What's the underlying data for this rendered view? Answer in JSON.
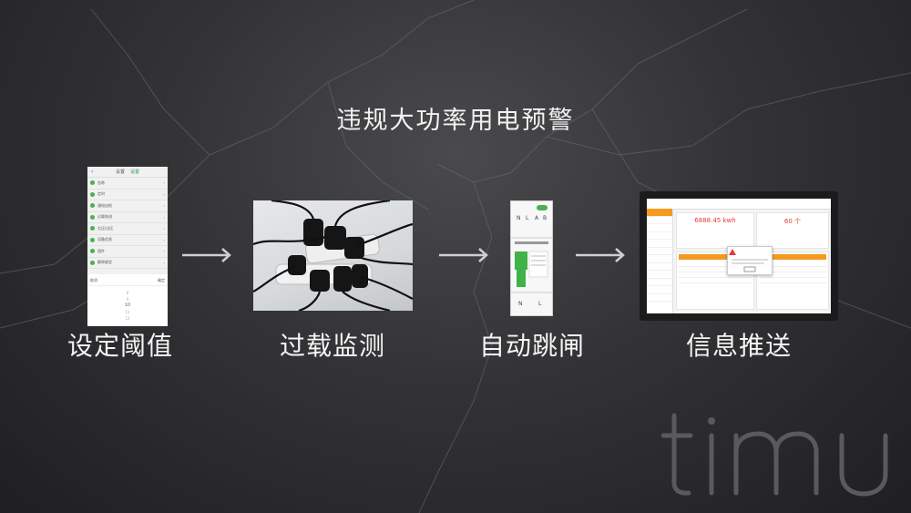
{
  "title": "违规大功率用电预警",
  "steps": [
    {
      "label": "设定阈值"
    },
    {
      "label": "过载监测"
    },
    {
      "label": "自动跳闸"
    },
    {
      "label": "信息推送"
    }
  ],
  "brand": {
    "text": "timu",
    "color": "#5a5a5d"
  },
  "accent_colors": {
    "green": "#4caf50",
    "orange": "#f39a1f",
    "red": "#e53935"
  },
  "dashboard": {
    "energy_value": "6888.45 kwh",
    "count_value": "60 个"
  },
  "icons": [
    "arrow-right-icon",
    "lightning-background"
  ]
}
